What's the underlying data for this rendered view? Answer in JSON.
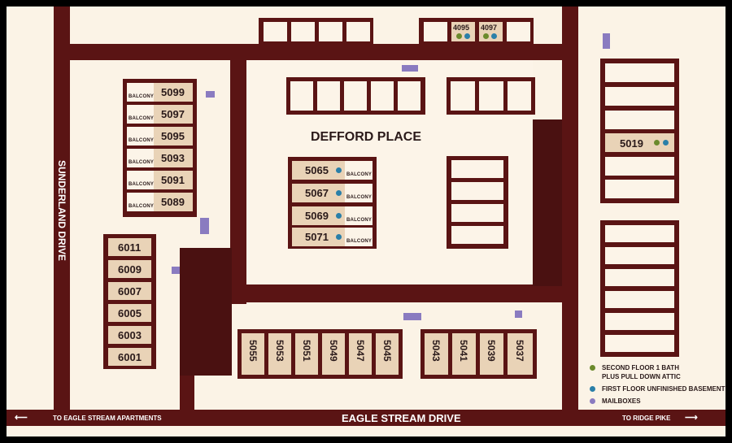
{
  "streets": {
    "sunderland": "SUNDERLAND DRIVE",
    "eagle_stream": "EAGLE STREAM DRIVE",
    "to_eagle_stream_apartments": "TO EAGLE STREAM APARTMENTS",
    "to_ridge_pike": "TO RIDGE PIKE"
  },
  "place_name": "DEFFORD PLACE",
  "balcony_label": "BALCONY",
  "left_building_units": [
    "5099",
    "5097",
    "5095",
    "5093",
    "5091",
    "5089"
  ],
  "far_left_units": [
    "6011",
    "6009",
    "6007",
    "6005",
    "6003",
    "6001"
  ],
  "center_units": [
    "5065",
    "5067",
    "5069",
    "5071"
  ],
  "top_right_units": [
    "4095",
    "4097"
  ],
  "right_unit": "5019",
  "bottom_left_row": [
    "5055",
    "5053",
    "5051",
    "5049",
    "5047",
    "5045"
  ],
  "bottom_right_row": [
    "5043",
    "5041",
    "5039",
    "5037"
  ],
  "legend": {
    "second_floor_line1": "SECOND FLOOR 1 BATH",
    "second_floor_line2": "PLUS PULL DOWN ATTIC",
    "basement": "FIRST FLOOR UNFINISHED BASEMENT",
    "mailboxes": "MAILBOXES"
  },
  "colors": {
    "road": "#5a1414",
    "paper": "#fbf3e6",
    "unit_fill": "#e9d3b7",
    "second_floor_dot": "#6b8a2c",
    "basement_dot": "#2a7fa8",
    "mailbox": "#8a7bc0"
  }
}
